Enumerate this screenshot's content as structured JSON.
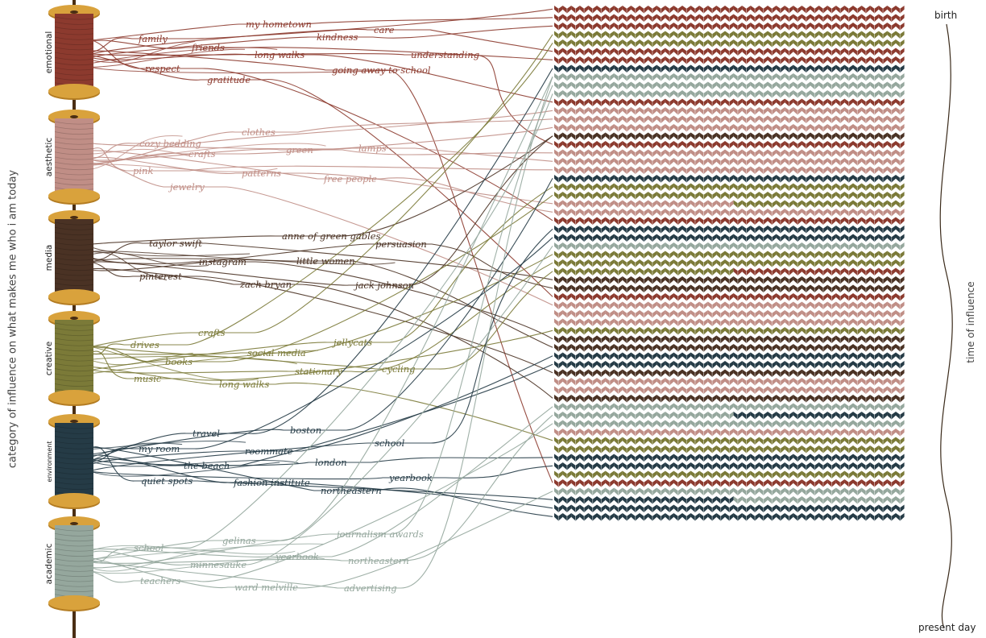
{
  "axis": {
    "left_label": "category of influence on what makes me who i am today",
    "right_label": "time of influence",
    "top_label": "birth",
    "bottom_label": "present day"
  },
  "colors": {
    "emotional": "#8c3a2e",
    "aesthetic": "#c08e86",
    "media": "#4a3224",
    "creative": "#7b7a38",
    "environment": "#253b46",
    "academic": "#95a79d",
    "spool_wood": "#d9a23c",
    "spool_wood_dark": "#b37c22",
    "rod": "#4a2e14"
  },
  "categories": [
    {
      "name": "emotional",
      "color_key": "emotional",
      "labels": [
        "family",
        "my hometown",
        "kindness",
        "care",
        "friends",
        "long walks",
        "understanding",
        "respect",
        "gratitude",
        "going away to school"
      ]
    },
    {
      "name": "aesthetic",
      "color_key": "aesthetic",
      "labels": [
        "cozy bedding",
        "clothes",
        "crafts",
        "green",
        "lamps",
        "pink",
        "patterns",
        "free people",
        "jewelry"
      ]
    },
    {
      "name": "media",
      "color_key": "media",
      "labels": [
        "anne of green gables",
        "taylor swift",
        "persuasion",
        "instagram",
        "little women",
        "pinterest",
        "zach bryan",
        "jack johnson"
      ]
    },
    {
      "name": "creative",
      "color_key": "creative",
      "labels": [
        "crafts",
        "drives",
        "jellycats",
        "books",
        "social media",
        "stationary",
        "cycling",
        "music",
        "long walks"
      ]
    },
    {
      "name": "environment",
      "color_key": "environment",
      "labels": [
        "travel",
        "boston",
        "school",
        "my room",
        "roommate",
        "the beach",
        "london",
        "yearbook",
        "quiet spots",
        "fashion institute",
        "northeastern"
      ]
    },
    {
      "name": "academic",
      "color_key": "academic",
      "labels": [
        "gelinas",
        "journalism awards",
        "school",
        "minnesauke",
        "yearbook",
        "northeastern",
        "teachers",
        "ward melville",
        "advertising"
      ]
    }
  ],
  "knit_rows": [
    [
      "emotional"
    ],
    [
      "emotional"
    ],
    [
      "emotional"
    ],
    [
      "creative"
    ],
    [
      "creative"
    ],
    [
      "emotional"
    ],
    [
      "emotional"
    ],
    [
      "environment",
      "academic",
      "environment"
    ],
    [
      "academic"
    ],
    [
      "academic"
    ],
    [
      "academic"
    ],
    [
      "emotional"
    ],
    [
      "aesthetic"
    ],
    [
      "aesthetic"
    ],
    [
      "aesthetic"
    ],
    [
      "media"
    ],
    [
      "emotional"
    ],
    [
      "aesthetic"
    ],
    [
      "aesthetic"
    ],
    [
      "aesthetic"
    ],
    [
      "environment"
    ],
    [
      "creative"
    ],
    [
      "creative"
    ],
    [
      "aesthetic",
      "aesthetic",
      "creative"
    ],
    [
      "aesthetic"
    ],
    [
      "emotional"
    ],
    [
      "environment"
    ],
    [
      "environment"
    ],
    [
      "academic"
    ],
    [
      "creative"
    ],
    [
      "creative"
    ],
    [
      "creative",
      "creative",
      "emotional"
    ],
    [
      "media"
    ],
    [
      "media"
    ],
    [
      "emotional"
    ],
    [
      "aesthetic"
    ],
    [
      "aesthetic"
    ],
    [
      "aesthetic"
    ],
    [
      "creative"
    ],
    [
      "media"
    ],
    [
      "media"
    ],
    [
      "environment"
    ],
    [
      "environment"
    ],
    [
      "media"
    ],
    [
      "aesthetic"
    ],
    [
      "aesthetic"
    ],
    [
      "media"
    ],
    [
      "academic"
    ],
    [
      "academic",
      "academic",
      "environment"
    ],
    [
      "academic"
    ],
    [
      "aesthetic"
    ],
    [
      "creative"
    ],
    [
      "creative"
    ],
    [
      "environment"
    ],
    [
      "environment"
    ],
    [
      "creative"
    ],
    [
      "emotional"
    ],
    [
      "academic"
    ],
    [
      "environment",
      "environment",
      "academic"
    ],
    [
      "environment"
    ],
    [
      "environment"
    ]
  ]
}
